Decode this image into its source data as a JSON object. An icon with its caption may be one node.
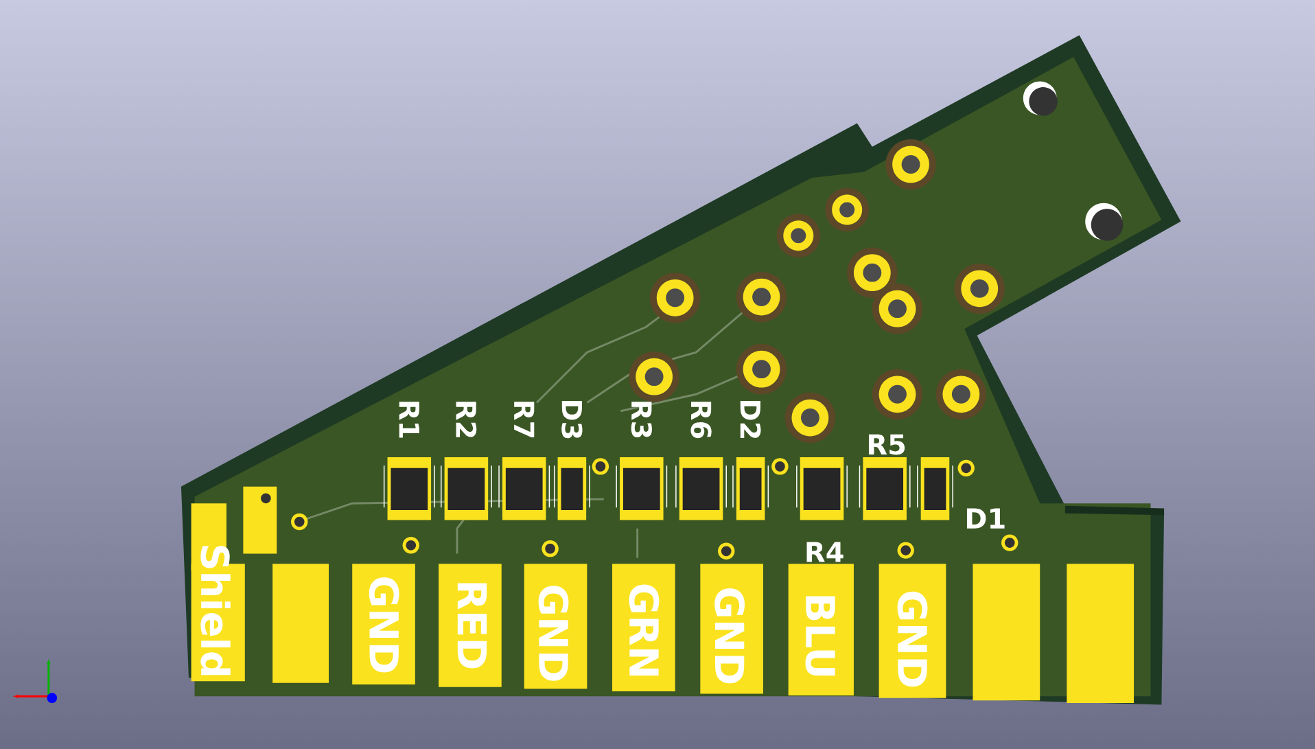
{
  "diagram": {
    "labels": [
      "R1",
      "R2",
      "R7",
      "D3",
      "R3",
      "R6",
      "D2",
      "R5",
      "D1",
      "R4",
      "Shield",
      "GND",
      "RED",
      "GND",
      "GRN",
      "GND",
      "BLU",
      "GND"
    ]
  }
}
